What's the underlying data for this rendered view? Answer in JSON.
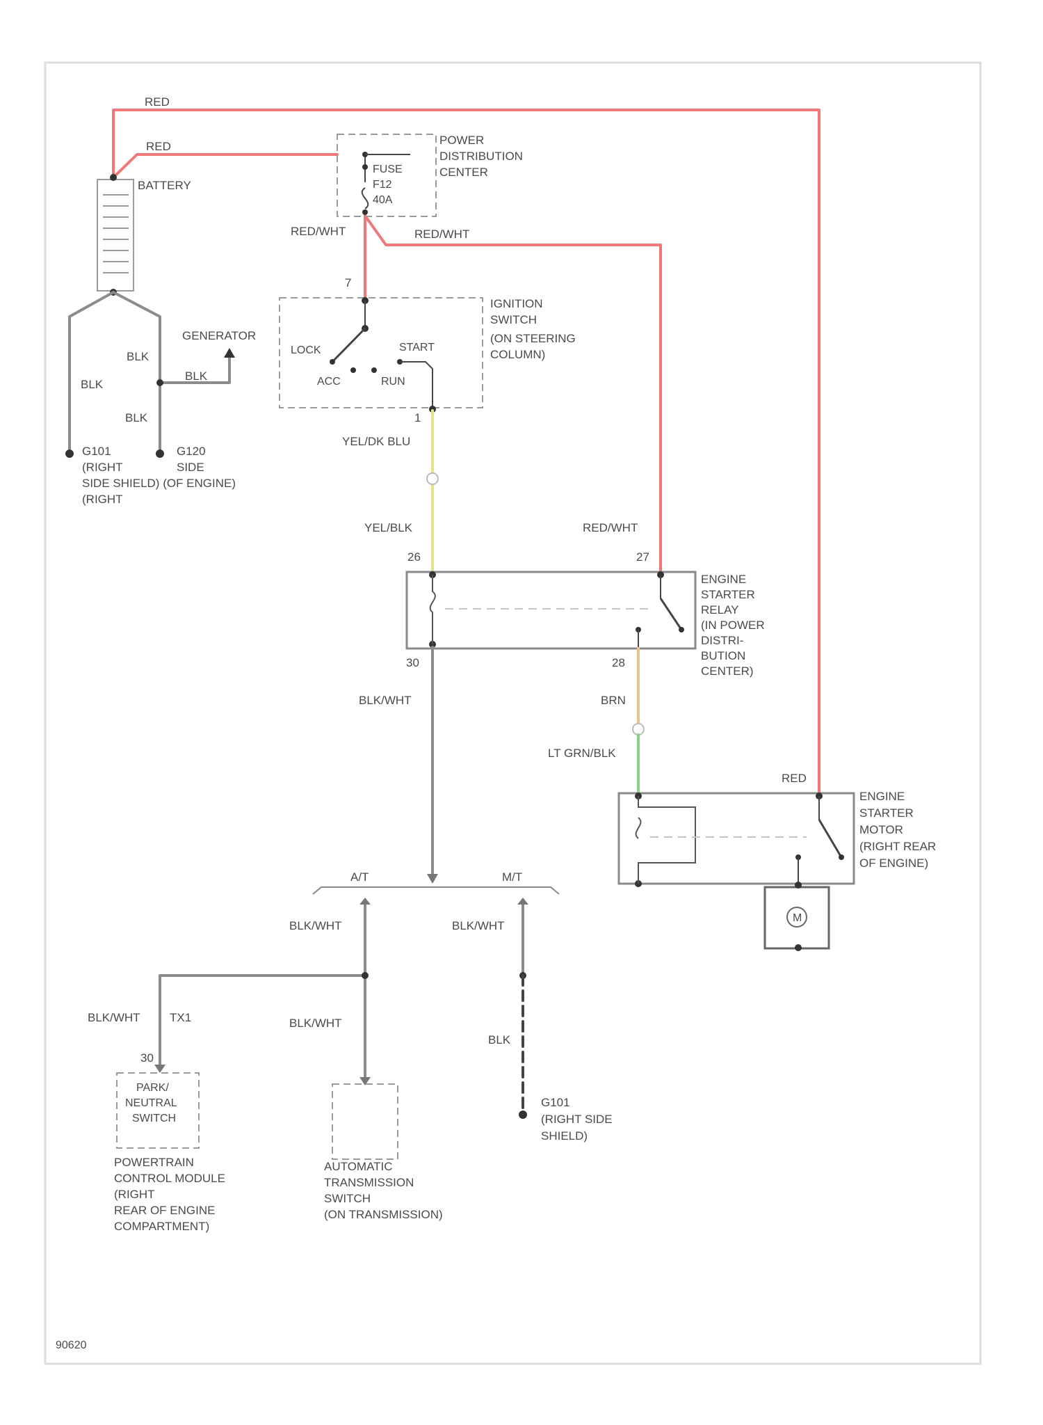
{
  "colors": {
    "red": "#f07878",
    "grey": "#8c8c8c",
    "dark": "#444444",
    "yellow": "#e2e38a",
    "orange": "#e9c48a",
    "green": "#86d486"
  },
  "wires": {
    "red_top": "RED",
    "red_fuse": "RED",
    "red_wht_left": "RED/WHT",
    "red_wht_right": "RED/WHT",
    "red_wht_relay": "RED/WHT",
    "blk_1": "BLK",
    "blk_2": "BLK",
    "blk_3": "BLK",
    "blk_4": "BLK",
    "generator": "GENERATOR",
    "yel_dk_blu": "YEL/DK BLU",
    "yel_blk": "YEL/BLK",
    "blk_wht_main": "BLK/WHT",
    "brn": "BRN",
    "lt_grn_blk": "LT GRN/BLK",
    "red_motor": "RED",
    "blk_wht_at": "BLK/WHT",
    "blk_wht_mt": "BLK/WHT",
    "blk_wht_pcm": "BLK/WHT",
    "blk_wht_trans": "BLK/WHT",
    "blk_ground": "BLK",
    "branch_at": "A/T",
    "branch_mt": "M/T",
    "pin_7": "7",
    "pin_1": "1",
    "pin_26": "26",
    "pin_27": "27",
    "pin_30": "30",
    "pin_28": "28",
    "pin_30b": "30",
    "pin_tx1": "TX1"
  },
  "components": {
    "battery": "BATTERY",
    "pdc": [
      "POWER",
      "DISTRIBUTION",
      "CENTER"
    ],
    "fuse": [
      "FUSE",
      "F12",
      "40A"
    ],
    "ignition": [
      "IGNITION",
      "SWITCH",
      "(ON STEERING",
      "COLUMN)"
    ],
    "ign_positions": {
      "lock": "LOCK",
      "start": "START",
      "acc": "ACC",
      "run": "RUN"
    },
    "ground_left": [
      "G101",
      "(RIGHT",
      "SIDE SHIELD) (OF ENGINE)",
      "(RIGHT"
    ],
    "ground_mid": [
      "G120",
      "SIDE"
    ],
    "relay": [
      "ENGINE",
      "STARTER",
      "RELAY",
      "(IN POWER",
      "DISTRI-",
      "BUTION",
      "CENTER)"
    ],
    "motor": [
      "ENGINE",
      "STARTER",
      "MOTOR",
      "(RIGHT REAR",
      "OF ENGINE)"
    ],
    "motor_symbol": "M",
    "pnsw": [
      "PARK/",
      "NEUTRAL",
      "SWITCH"
    ],
    "pcm": [
      "POWERTRAIN",
      "CONTROL MODULE",
      "(RIGHT",
      "REAR OF ENGINE",
      "COMPARTMENT)"
    ],
    "trans": [
      "AUTOMATIC",
      "TRANSMISSION",
      "SWITCH",
      "(ON TRANSMISSION)"
    ],
    "ground_br": [
      "G101",
      "(RIGHT SIDE",
      "SHIELD)"
    ]
  },
  "footer_code": "90620"
}
